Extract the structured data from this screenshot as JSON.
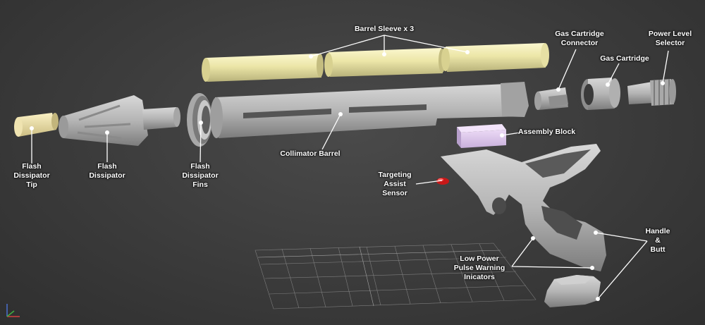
{
  "colors": {
    "background": "#3b3b3b",
    "sleeve": "#ece6a8",
    "metal": "#b9b9b9",
    "tip": "#eee0a8",
    "assembly_block": "#dcc6ec",
    "sensor": "#c81818",
    "leader": "#ffffff",
    "grid": "#9a9a9a"
  },
  "labels": {
    "barrel_sleeve": "Barrel Sleeve x 3",
    "gas_cartridge_connector": "Gas Cartridge\nConnector",
    "power_level_selector": "Power Level\nSelector",
    "gas_cartridge": "Gas Cartridge",
    "assembly_block": "Assembly Block",
    "collimator_barrel": "Collimator Barrel",
    "flash_dissipator_tip": "Flash\nDissipator\nTip",
    "flash_dissipator": "Flash\nDissipator",
    "flash_dissipator_fins": "Flash\nDissipator\nFins",
    "targeting_assist_sensor": "Targeting\nAssist\nSensor",
    "handle_butt": "Handle\n&\nButt",
    "low_power_warning": "Low Power\nPulse Warning\nInicators"
  }
}
